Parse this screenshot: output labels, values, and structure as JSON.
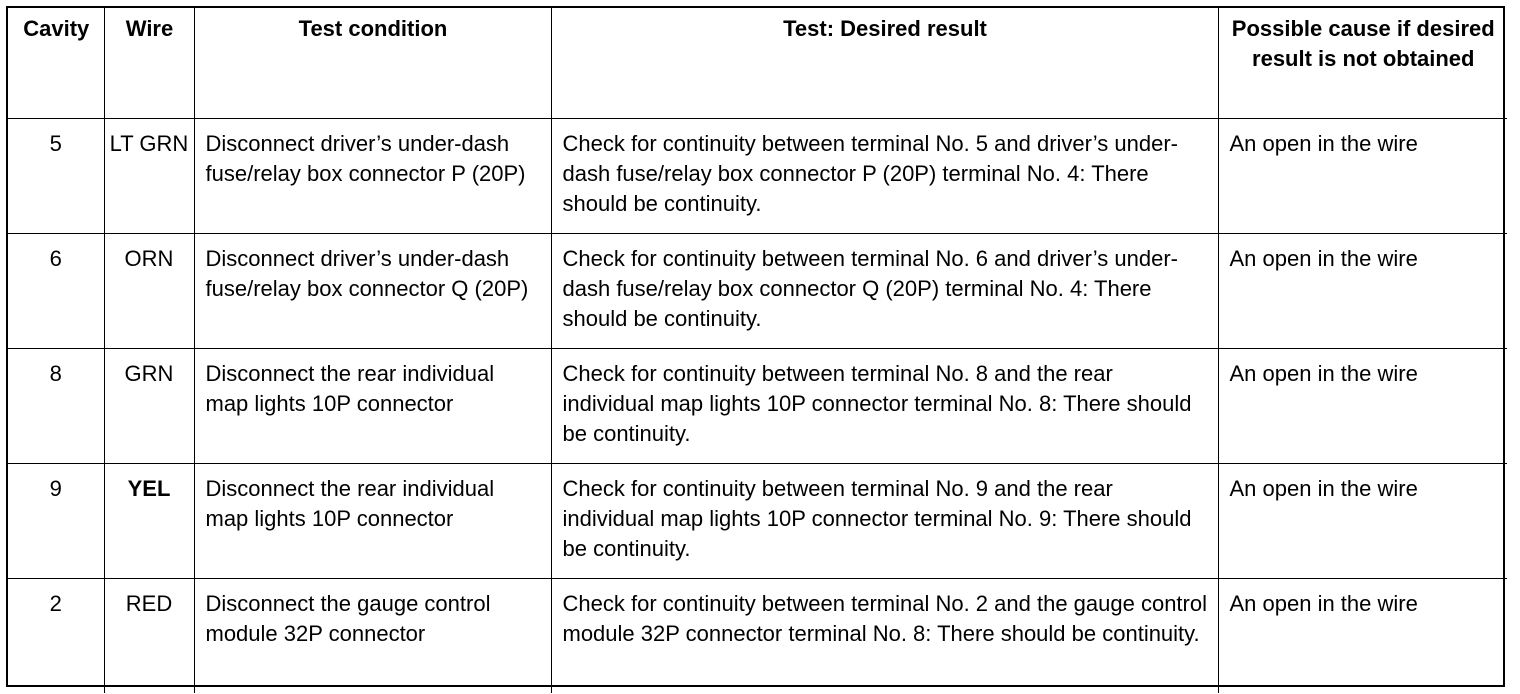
{
  "headers": {
    "cavity": "Cavity",
    "wire": "Wire",
    "test_condition": "Test condition",
    "test_result": "Test: Desired result",
    "possible_cause": "Possible cause if desired result is not obtained"
  },
  "rows": [
    {
      "cavity": "5",
      "wire": "LT GRN",
      "condition": "Disconnect driver’s under-dash fuse/relay box connector P (20P)",
      "result": "Check for continuity between terminal No. 5 and driver’s under-dash fuse/relay box connector P (20P) terminal No. 4: There should be continuity.",
      "cause": "An open in the wire"
    },
    {
      "cavity": "6",
      "wire": "ORN",
      "condition": "Disconnect driver’s under-dash fuse/relay box connector Q (20P)",
      "result": "Check for continuity between terminal No. 6 and driver’s under-dash fuse/relay box connector Q (20P) terminal No. 4: There should be continuity.",
      "cause": "An open in the wire"
    },
    {
      "cavity": "8",
      "wire": "GRN",
      "condition": "Disconnect the rear individual map lights 10P connector",
      "result": "Check for continuity between terminal No. 8 and the rear individual map lights 10P connector terminal No. 8: There should be continuity.",
      "cause": "An open in the wire"
    },
    {
      "cavity": "9",
      "wire": "YEL",
      "condition": "Disconnect the rear individual map lights 10P connector",
      "result": "Check for continuity between terminal No. 9 and the rear individual map lights 10P connector terminal No. 9: There should be continuity.",
      "cause": "An open in the wire"
    },
    {
      "cavity": "2",
      "wire": "RED",
      "condition": "Disconnect the gauge control module 32P connector",
      "result": "Check for continuity between terminal No. 2 and the gauge control module 32P connector terminal No. 8: There should be continuity.",
      "cause": "An open in the wire"
    }
  ]
}
